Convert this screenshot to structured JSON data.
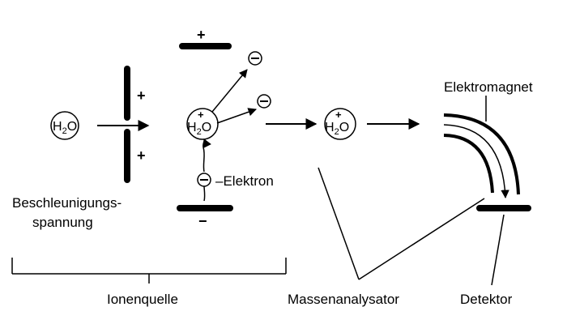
{
  "labels": {
    "beschleunigung_line1": "Beschleunigungs-",
    "beschleunigung_line2": "spannung",
    "ionenquelle": "Ionenquelle",
    "elektron": "Elektron",
    "elektromagnet": "Elektromagnet",
    "massenanalysator": "Massenanalysator",
    "detektor": "Detektor"
  },
  "molecule": {
    "main": "H",
    "sub": "2",
    "end": "O"
  },
  "signs": {
    "plus": "+",
    "minus": "−",
    "dash": "–"
  }
}
